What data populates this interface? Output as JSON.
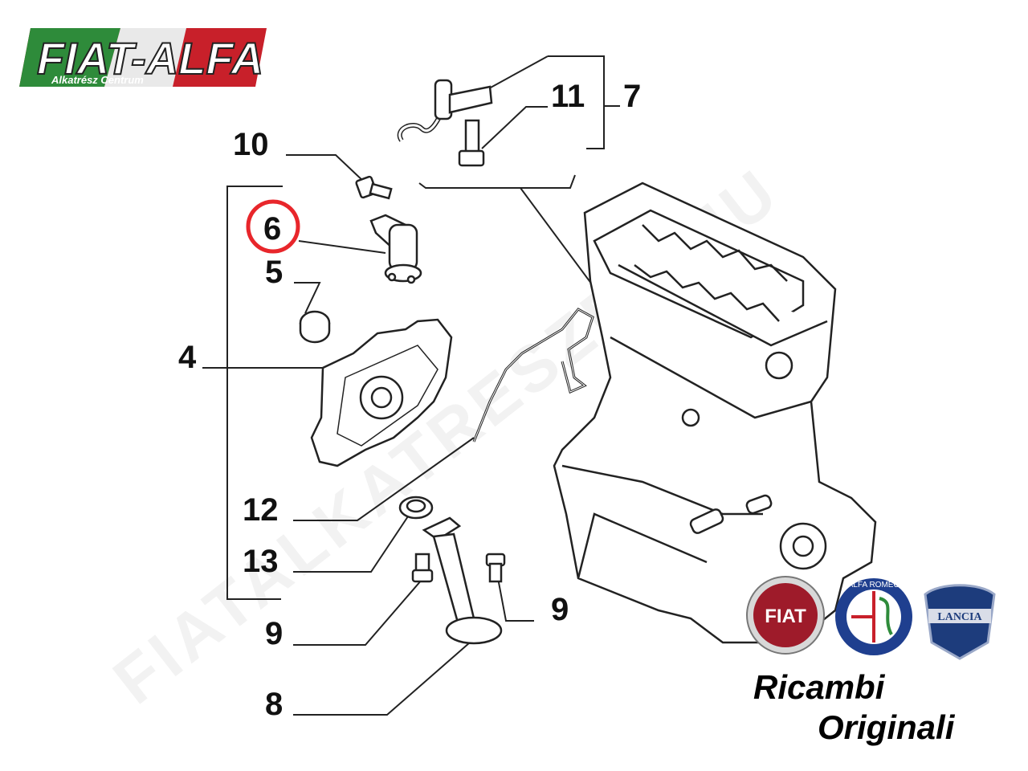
{
  "logo": {
    "brand": "FIAT-ALFA",
    "subtitle": "Alkatrész Centrum"
  },
  "watermark": "FIATALKATRESZEK.HU",
  "callouts": [
    {
      "id": "10",
      "label": "10"
    },
    {
      "id": "11",
      "label": "11"
    },
    {
      "id": "7",
      "label": "7"
    },
    {
      "id": "6",
      "label": "6",
      "highlighted": true
    },
    {
      "id": "5",
      "label": "5"
    },
    {
      "id": "4",
      "label": "4"
    },
    {
      "id": "12",
      "label": "12"
    },
    {
      "id": "13",
      "label": "13"
    },
    {
      "id": "9a",
      "label": "9"
    },
    {
      "id": "9b",
      "label": "9"
    },
    {
      "id": "8",
      "label": "8"
    }
  ],
  "brand_badges": [
    "FIAT",
    "ALFA ROMEO",
    "LANCIA"
  ],
  "footer": {
    "line1": "Ricambi",
    "line2": "Originali"
  },
  "colors": {
    "highlight_ring": "#e8262b",
    "fiat_red": "#9e1b2a",
    "alfa_blue": "#1f3f8f",
    "lancia_blue": "#1d3c7c",
    "logo_green": "#2e8b3a",
    "logo_red": "#c8202a"
  }
}
